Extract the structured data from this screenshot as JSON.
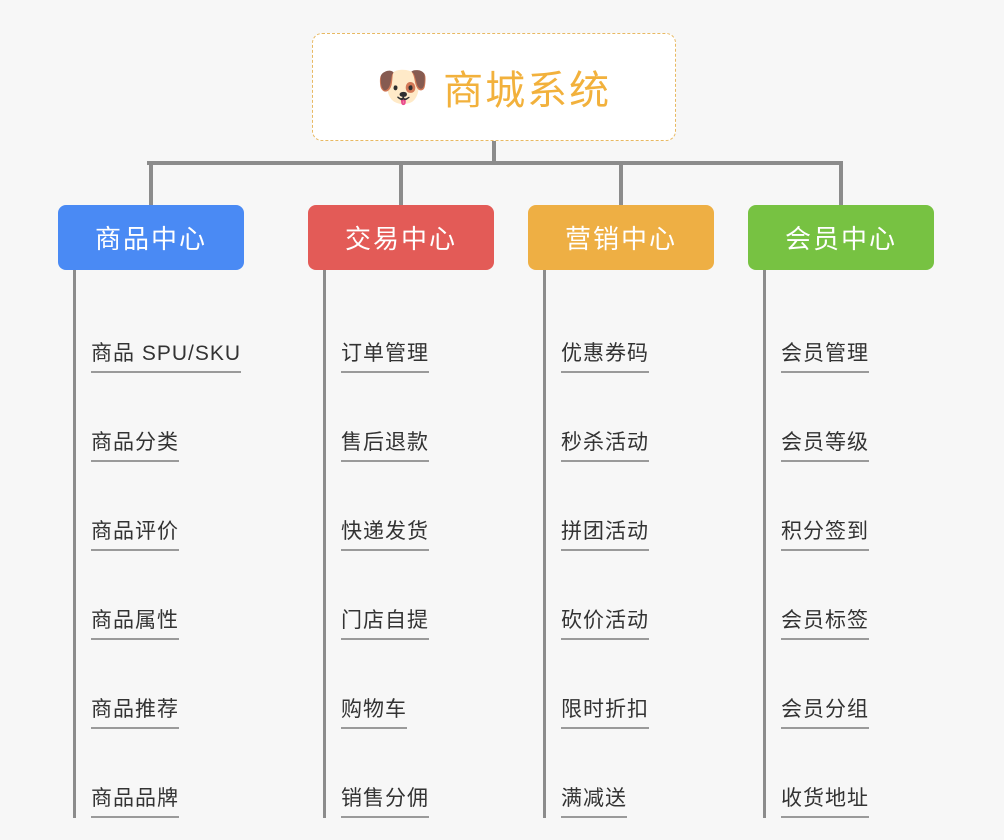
{
  "diagram": {
    "type": "mind-map",
    "background_color": "#f7f7f7",
    "root": {
      "icon": "dog-face-emoji",
      "icon_glyph": "🐶",
      "title": "商城系统",
      "title_color": "#f2b13c",
      "border_color": "#e8b963",
      "border_style": "dashed",
      "background_color": "#ffffff"
    },
    "connector_color": "#8c8c8c",
    "branches": [
      {
        "id": "product-center",
        "label": "商品中心",
        "color": "#4a8af4",
        "items": [
          "商品 SPU/SKU",
          "商品分类",
          "商品评价",
          "商品属性",
          "商品推荐",
          "商品品牌"
        ]
      },
      {
        "id": "trade-center",
        "label": "交易中心",
        "color": "#e35b57",
        "items": [
          "订单管理",
          "售后退款",
          "快递发货",
          "门店自提",
          "购物车",
          "销售分佣"
        ]
      },
      {
        "id": "marketing-center",
        "label": "营销中心",
        "color": "#eeaf44",
        "items": [
          "优惠券码",
          "秒杀活动",
          "拼团活动",
          "砍价活动",
          "限时折扣",
          "满减送"
        ]
      },
      {
        "id": "member-center",
        "label": "会员中心",
        "color": "#77c242",
        "items": [
          "会员管理",
          "会员等级",
          "积分签到",
          "会员标签",
          "会员分组",
          "收货地址"
        ]
      }
    ]
  }
}
